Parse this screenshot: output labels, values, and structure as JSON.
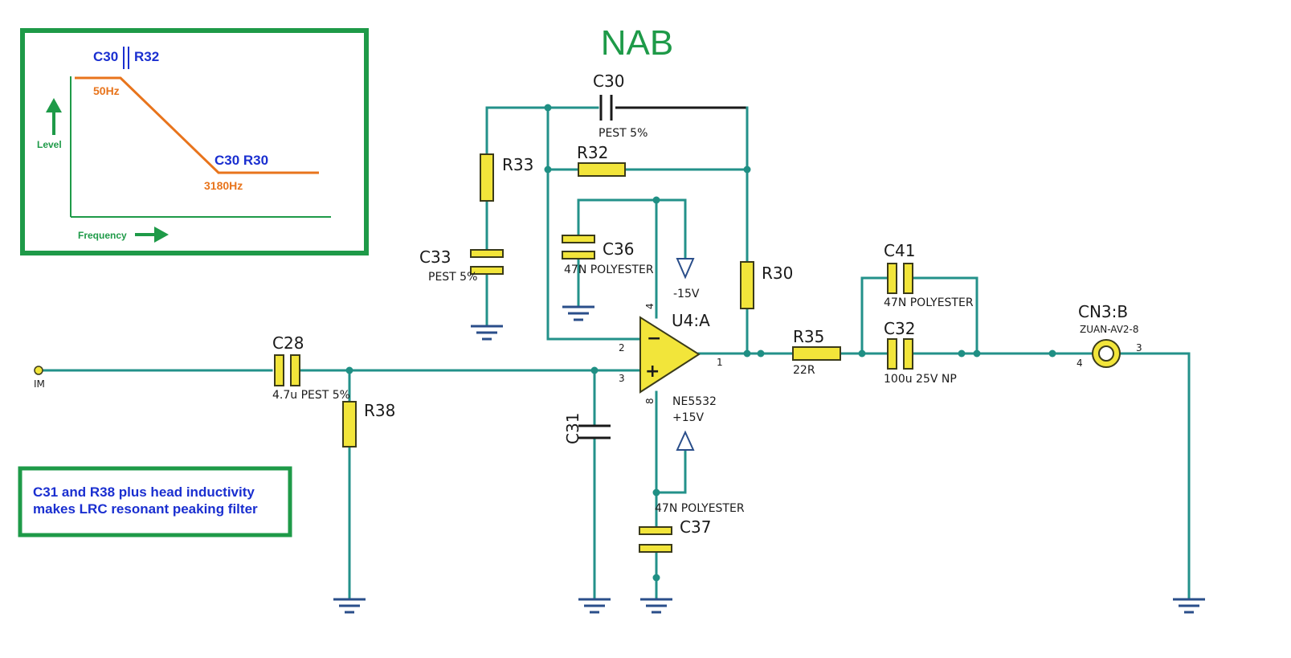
{
  "title": "NAB",
  "inset": {
    "top_label_left": "C30",
    "top_label_right": "R32",
    "freq_low": "50Hz",
    "mid_label": "C30 R30",
    "freq_high": "3180Hz",
    "y_axis": "Level",
    "x_axis": "Frequency"
  },
  "note": {
    "line1": "C31 and R38 plus head inductivity",
    "line2": "makes LRC resonant peaking filter"
  },
  "components": {
    "c30": {
      "ref": "C30",
      "value": "PEST 5%"
    },
    "r32": {
      "ref": "R32"
    },
    "r33": {
      "ref": "R33"
    },
    "c33": {
      "ref": "C33",
      "value": "PEST 5%"
    },
    "c36": {
      "ref": "C36",
      "value": "47N POLYESTER"
    },
    "neg_supply": "-15V",
    "pos_supply": "+15V",
    "r30": {
      "ref": "R30"
    },
    "u4": {
      "ref": "U4:A",
      "part": "NE5532",
      "pin4": "4",
      "pin2": "2",
      "pin3": "3",
      "pin8": "8",
      "pin1": "1",
      "minus": "−",
      "plus": "+"
    },
    "c28": {
      "ref": "C28",
      "value": "4.7u PEST 5%"
    },
    "r38": {
      "ref": "R38"
    },
    "c31": {
      "ref": "C31"
    },
    "c37": {
      "ref": "C37",
      "value": "47N POLYESTER"
    },
    "r35": {
      "ref": "R35",
      "value": "22R"
    },
    "c41": {
      "ref": "C41",
      "value": "47N POLYESTER"
    },
    "c32": {
      "ref": "C32",
      "value": "100u 25V NP"
    },
    "cn3": {
      "ref": "CN3:B",
      "part": "ZUAN-AV2-8",
      "pin4": "4",
      "pin3": "3"
    },
    "input": "IM"
  },
  "colors": {
    "wire": "#23918a",
    "component_fill": "#f2e53a",
    "frame": "#1e9a48",
    "curve": "#e8741c",
    "inset_text": "#1a2fd0"
  }
}
